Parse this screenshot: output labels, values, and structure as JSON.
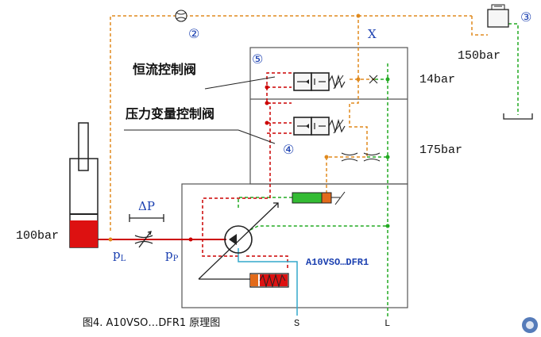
{
  "labels": {
    "constant_flow_valve": "恒流控制阀",
    "pressure_var_valve": "压力变量控制阀",
    "circle_2": "②",
    "circle_3": "③",
    "circle_4": "④",
    "circle_5": "⑤",
    "port_x": "X",
    "p150": "150bar",
    "p14": "14bar",
    "p175": "175bar",
    "p100": "100bar",
    "delta_p": "ΔP",
    "pL": "pL",
    "pL_base": "p",
    "pL_sub": "L",
    "pP_base": "p",
    "pP_sub": "P",
    "pump_model": "A10VSO…DFR1",
    "port_s": "S",
    "port_l": "L",
    "caption": "图4. A10VSO…DFR1 原理图"
  },
  "colors": {
    "pressure_line": "#cc0000",
    "pilot_line": "#e08a1e",
    "drain_line": "#22aa22",
    "suction_line": "#33a8cc",
    "frame": "#555555",
    "text": "#111111",
    "numbered_circle": "#1a3fb0",
    "cylinder_fill": "#dd1111",
    "spring_piston": "#e26a1a"
  }
}
